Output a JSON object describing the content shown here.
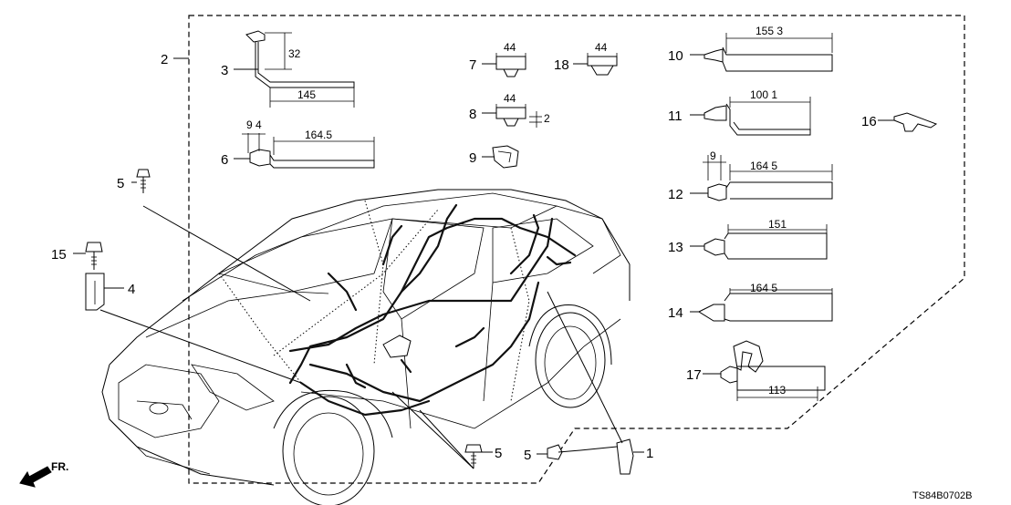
{
  "diagram": {
    "code": "TS84B0702B",
    "direction_label": "FR.",
    "callouts": [
      "1",
      "2",
      "3",
      "4",
      "5",
      "5",
      "5",
      "6",
      "7",
      "8",
      "9",
      "10",
      "11",
      "12",
      "13",
      "14",
      "15",
      "16",
      "17",
      "18"
    ],
    "dimensions": {
      "p3_height": "32",
      "p3_length": "145",
      "p6_offset": "9 4",
      "p6_length": "164.5",
      "p7_width": "44",
      "p8_width": "44",
      "p8_height": "2",
      "p18_width": "44",
      "p10_length": "155 3",
      "p11_length": "100 1",
      "p12_offset": "9",
      "p12_length": "164 5",
      "p13_length": "151",
      "p14_length": "164 5",
      "p17_length": "113"
    }
  }
}
